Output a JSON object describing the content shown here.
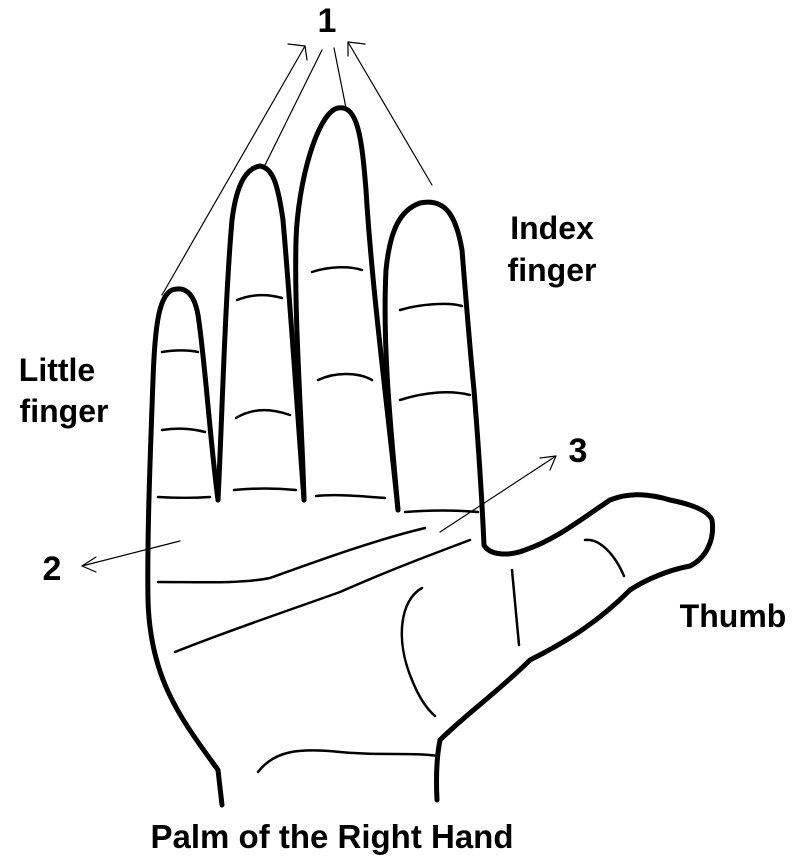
{
  "labels": {
    "marker_1": "1",
    "marker_2": "2",
    "marker_3": "3",
    "index_line1": "Index",
    "index_line2": "finger",
    "little_line1": "Little",
    "little_line2": "finger",
    "thumb": "Thumb",
    "caption": "Palm of the Right Hand"
  },
  "colors": {
    "ink": "#000000",
    "background": "#ffffff"
  }
}
